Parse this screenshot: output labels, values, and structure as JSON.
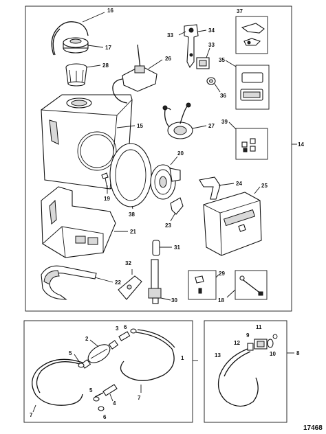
{
  "figure_number": "17468",
  "callouts": {
    "c1": "1",
    "c2": "2",
    "c3": "3",
    "c4": "4",
    "c5": "5",
    "c5b": "5",
    "c6": "6",
    "c6b": "6",
    "c7": "7",
    "c7b": "7",
    "c8": "8",
    "c9": "9",
    "c10": "10",
    "c11": "11",
    "c12": "12",
    "c13": "13",
    "c14": "14",
    "c15": "15",
    "c16": "16",
    "c17": "17",
    "c18": "18",
    "c19": "19",
    "c20": "20",
    "c21": "21",
    "c22": "22",
    "c23": "23",
    "c24": "24",
    "c25": "25",
    "c26": "26",
    "c27": "27",
    "c28": "28",
    "c29": "29",
    "c30": "30",
    "c31": "31",
    "c32": "32",
    "c33": "33",
    "c33b": "33",
    "c34": "34",
    "c35": "35",
    "c36": "36",
    "c37": "37",
    "c38": "38",
    "c39": "39"
  },
  "colors": {
    "line": "#111111",
    "background": "#ffffff",
    "shade": "#d9d9d9"
  }
}
